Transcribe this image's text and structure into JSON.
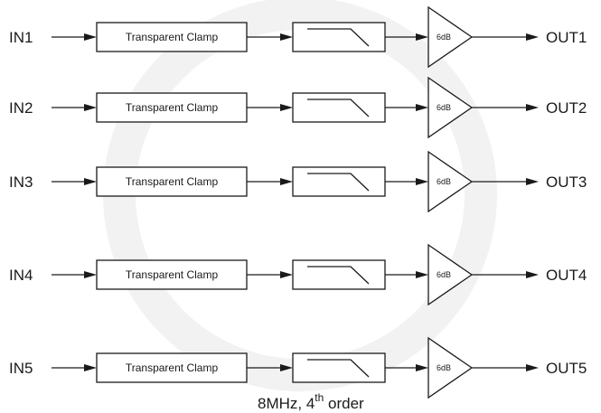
{
  "channels": [
    {
      "input": "IN1",
      "clamp": "Transparent Clamp",
      "gain": "6dB",
      "output": "OUT1"
    },
    {
      "input": "IN2",
      "clamp": "Transparent Clamp",
      "gain": "6dB",
      "output": "OUT2"
    },
    {
      "input": "IN3",
      "clamp": "Transparent Clamp",
      "gain": "6dB",
      "output": "OUT3"
    },
    {
      "input": "IN4",
      "clamp": "Transparent Clamp",
      "gain": "6dB",
      "output": "OUT4"
    },
    {
      "input": "IN5",
      "clamp": "Transparent Clamp",
      "gain": "6dB",
      "output": "OUT5"
    }
  ],
  "caption": {
    "main": "8MHz, 4",
    "sup": "th",
    "rest": " order"
  },
  "colors": {
    "stroke": "#1a1a1a",
    "background": "#ffffff",
    "watermark": "#f2f2f2"
  }
}
